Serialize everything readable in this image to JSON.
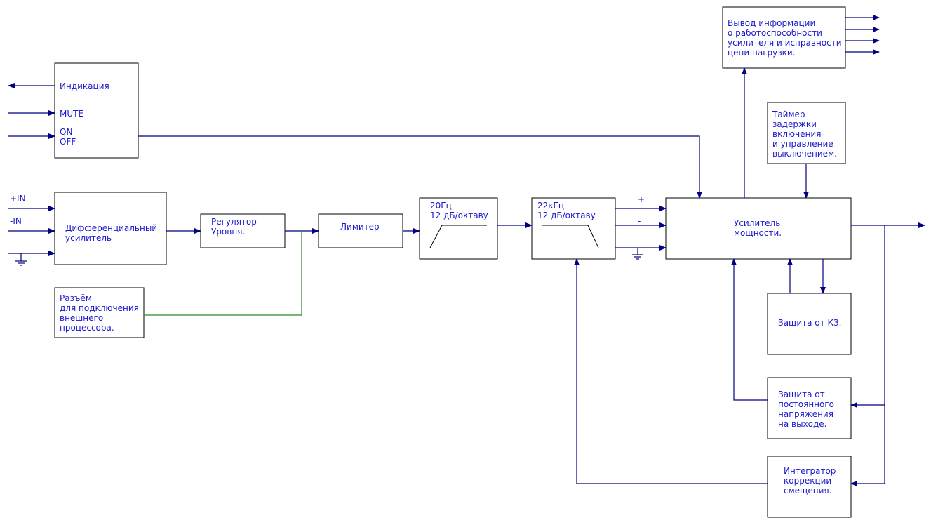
{
  "blocks": {
    "indication": {
      "lines": [
        "Индикация"
      ]
    },
    "mute": {
      "lines": [
        "MUTE"
      ]
    },
    "onoff": {
      "lines": [
        "ON",
        "OFF"
      ]
    },
    "diff_amp": {
      "lines": [
        "Дифференциальный",
        "усилитель"
      ]
    },
    "level": {
      "lines": [
        "Регулятор",
        "Уровня."
      ]
    },
    "limiter": {
      "lines": [
        "Лимитер"
      ]
    },
    "hpf": {
      "lines": [
        "20Гц",
        "12 дБ/октаву"
      ]
    },
    "lpf": {
      "lines": [
        "22кГц",
        "12 дБ/октаву"
      ]
    },
    "power_amp": {
      "lines": [
        "Усилитель",
        "мощности."
      ]
    },
    "connector": {
      "lines": [
        "Разъём",
        "для подключения",
        "внешнего",
        "процессора."
      ]
    },
    "info_out": {
      "lines": [
        "Вывод информации",
        "о работоспособности",
        "усилителя и исправности",
        "цепи нагрузки."
      ]
    },
    "timer": {
      "lines": [
        "Таймер",
        "задержки",
        "включения",
        "и управление",
        "выключением."
      ]
    },
    "short_protect": {
      "lines": [
        "Защита от КЗ."
      ]
    },
    "dc_protect": {
      "lines": [
        "Защита от",
        "постоянного",
        "напряжения",
        "на выходе."
      ]
    },
    "integrator": {
      "lines": [
        "Интегратор",
        "коррекции",
        "смещения."
      ]
    }
  },
  "inputs": {
    "plus": "+IN",
    "minus": "-IN"
  },
  "power_amp_inputs": {
    "plus": "+",
    "minus": "-"
  },
  "colors": {
    "wire": "#000080",
    "text": "#1a1acc",
    "external_link": "#2a8a2a",
    "box_border": "#000000"
  }
}
